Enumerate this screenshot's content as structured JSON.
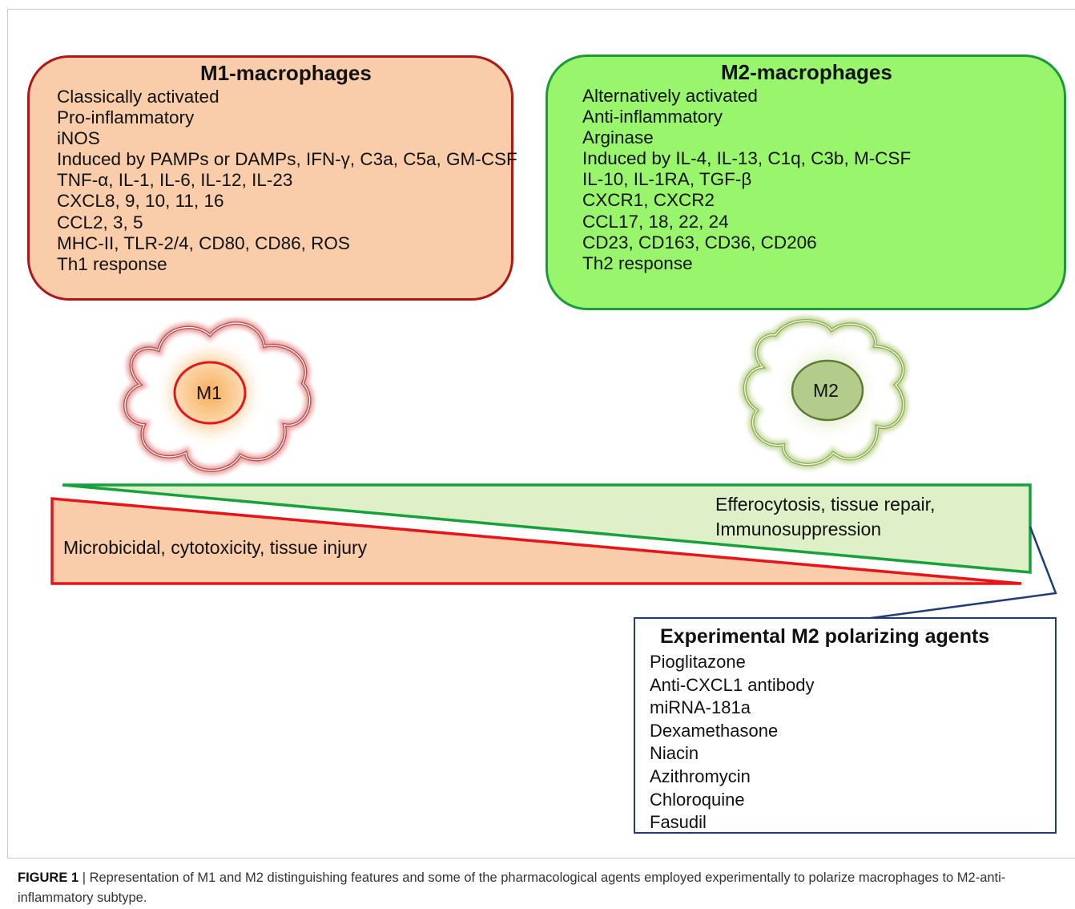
{
  "m1": {
    "title": "M1-macrophages",
    "lines": [
      "Classically activated",
      "Pro-inflammatory",
      "iNOS",
      "Induced by PAMPs or DAMPs, IFN-γ, C3a, C5a, GM-CSF",
      "TNF-α, IL-1, IL-6, IL-12, IL-23",
      "CXCL8, 9, 10, 11, 16",
      "CCL2, 3, 5",
      "MHC-II,  TLR-2/4, CD80, CD86, ROS",
      "Th1 response"
    ],
    "cell_label": "M1"
  },
  "m2": {
    "title": "M2-macrophages",
    "lines": [
      "Alternatively activated",
      "Anti-inflammatory",
      "Arginase",
      "Induced by IL-4, IL-13, C1q, C3b, M-CSF",
      "IL-10, IL-1RA, TGF-β",
      "CXCR1, CXCR2",
      "CCL17, 18, 22, 24",
      "CD23, CD163, CD36, CD206",
      "Th2 response"
    ],
    "cell_label": "M2"
  },
  "gradient": {
    "m1_label": "Microbicidal, cytotoxicity, tissue injury",
    "m2_label_line1": "Efferocytosis, tissue repair,",
    "m2_label_line2": "Immunosuppression"
  },
  "agents": {
    "title": "Experimental M2 polarizing agents",
    "items": [
      "Pioglitazone",
      "Anti-CXCL1  antibody",
      "miRNA-181a",
      "Dexamethasone",
      "Niacin",
      "Azithromycin",
      "Chloroquine",
      "Fasudil"
    ]
  },
  "caption": {
    "label": "FIGURE 1",
    "separator": " | ",
    "text": "Representation of M1 and M2 distinguishing features and some of the pharmacological agents employed experimentally to polarize macrophages to M2-anti-inflammatory subtype."
  },
  "colors": {
    "m1_fill": "#f9cda9",
    "m1_border": "#b01818",
    "m2_fill": "#99f56c",
    "m2_border": "#1b9a3a",
    "m2_triangle_fill": "#dff0c8",
    "m1_red": "#e8141c",
    "m2_green": "#16a13a",
    "agents_border": "#1f3d7a"
  }
}
